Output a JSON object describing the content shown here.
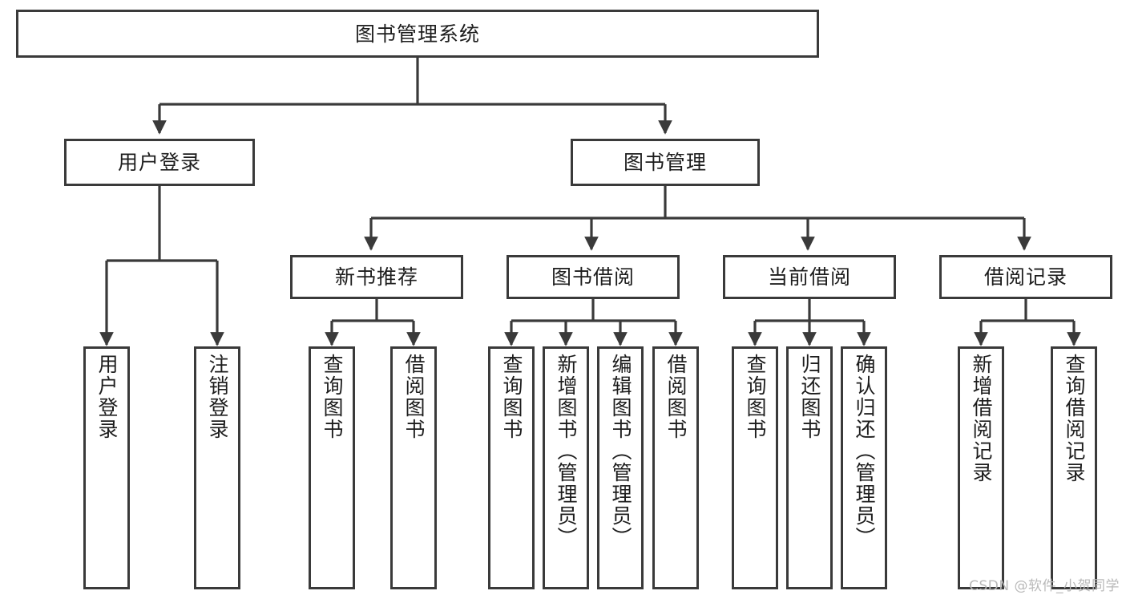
{
  "diagram": {
    "title": "图书管理系统",
    "watermark": "CSDN @软件_小贺同学",
    "colors": {
      "stroke": "#3a3a3a",
      "fill": "#ffffff",
      "text": "#1d1d1d",
      "watermark": "#b9b9b9"
    },
    "root": {
      "label": "图书管理系统"
    },
    "level2": [
      {
        "label": "用户登录"
      },
      {
        "label": "图书管理"
      }
    ],
    "level3": [
      {
        "label": "新书推荐"
      },
      {
        "label": "图书借阅"
      },
      {
        "label": "当前借阅"
      },
      {
        "label": "借阅记录"
      }
    ],
    "leaves": {
      "user_login": [
        {
          "label": "用户登录"
        },
        {
          "label": "注销登录"
        }
      ],
      "new_book_recommend": [
        {
          "label": "查询图书"
        },
        {
          "label": "借阅图书"
        }
      ],
      "book_borrow": [
        {
          "label": "查询图书"
        },
        {
          "label": "新增图书（管理员）"
        },
        {
          "label": "编辑图书（管理员）"
        },
        {
          "label": "借阅图书"
        }
      ],
      "current_borrow": [
        {
          "label": "查询图书"
        },
        {
          "label": "归还图书"
        },
        {
          "label": "确认归还（管理员）"
        }
      ],
      "borrow_record": [
        {
          "label": "新增借阅记录"
        },
        {
          "label": "查询借阅记录"
        }
      ]
    }
  }
}
